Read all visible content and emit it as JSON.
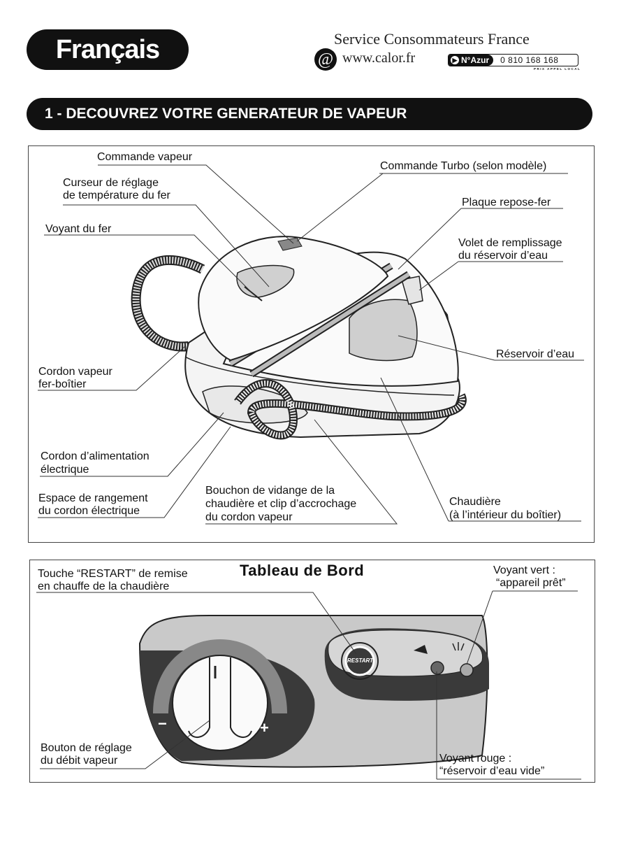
{
  "header": {
    "language": "Français",
    "service_title": "Service Consommateurs France",
    "at_symbol": "@",
    "website": "www.calor.fr",
    "azur_label": "N°Azur",
    "phone": "0 810 168 168",
    "price_note": "PRIX APPEL LOCAL"
  },
  "section": {
    "title": "1 - DECOUVREZ VOTRE GENERATEUR DE VAPEUR"
  },
  "diagram": {
    "labels": {
      "steam_control": "Commande vapeur",
      "temp_cursor_1": "Curseur de réglage",
      "temp_cursor_2": "de température du fer",
      "iron_light": "Voyant du fer",
      "turbo_control": "Commande Turbo (selon modèle)",
      "iron_rest_plate": "Plaque repose-fer",
      "fill_flap_1": "Volet de remplissage",
      "fill_flap_2": "du réservoir d’eau",
      "water_tank": "Réservoir d’eau",
      "steam_cord_1": "Cordon vapeur",
      "steam_cord_2": "fer-boîtier",
      "power_cord_1": "Cordon d’alimentation",
      "power_cord_2": "électrique",
      "cord_storage_1": "Espace de rangement",
      "cord_storage_2": "du cordon électrique",
      "drain_plug_1": "Bouchon de vidange de la",
      "drain_plug_2": "chaudière et clip d’accrochage",
      "drain_plug_3": "du cordon vapeur",
      "boiler_1": "Chaudière",
      "boiler_2": "(à l’intérieur du boîtier)"
    }
  },
  "dashboard": {
    "title": "Tableau de Bord",
    "restart_1": "Touche “RESTART” de remise",
    "restart_2": "en chauffe de la chaudière",
    "green_light_1": "Voyant vert :",
    "green_light_2": "“appareil prêt”",
    "steam_knob_1": "Bouton de réglage",
    "steam_knob_2": "du débit vapeur",
    "red_light_1": "Voyant rouge :",
    "red_light_2": "“réservoir d’eau vide”",
    "restart_button": "RESTART",
    "minus": "−",
    "plus": "+"
  },
  "colors": {
    "ink": "#111111",
    "panel_grey": "#c8c8c8",
    "panel_dark": "#3a3a3a"
  }
}
